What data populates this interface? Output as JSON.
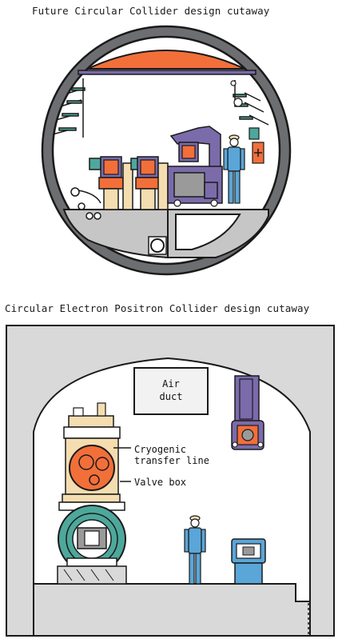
{
  "fcc": {
    "title": "Future Circular Collider design cutaway"
  },
  "cepc": {
    "title": "Circular Electron Positron Collider design cutaway",
    "air_duct_line1": "Air",
    "air_duct_line2": "duct",
    "cryo_line1": "Cryogenic",
    "cryo_line2": "transfer line",
    "valve_box": "Valve box"
  },
  "colors": {
    "outline": "#1a1a1a",
    "tunnel_ring": "#6d6e71",
    "floor": "#c6c6c6",
    "cepc_wall": "#d9d9d9",
    "orange": "#f26f3a",
    "purple": "#7b6bab",
    "teal": "#4da89b",
    "worker_blue": "#5aa6d8",
    "tan": "#f4ddb0",
    "grey_machine": "#9a9a9a"
  }
}
